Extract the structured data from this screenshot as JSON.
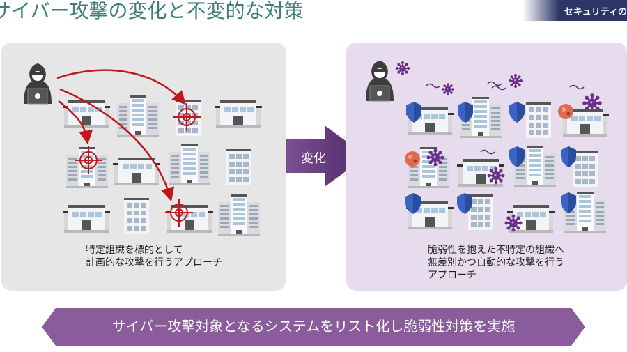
{
  "header": {
    "title": "サイバー攻撃の変化と不変的な対策",
    "badge": "セキュリティの"
  },
  "left_panel": {
    "caption": [
      "特定組織を標的として",
      "計画的な攻撃を行うアプローチ"
    ],
    "icons": {
      "attacker": "hacker-icon",
      "target": "crosshair-icon",
      "building": "building-icon"
    }
  },
  "change_arrow": {
    "label": "変化"
  },
  "right_panel": {
    "caption": [
      "脆弱性を抱えた不特定の組織へ",
      "無差別かつ自動的な攻撃を行う",
      "アプローチ"
    ],
    "icons": {
      "attacker": "hacker-icon",
      "shield": "shield-icon",
      "virus": "virus-icon",
      "infected": "infection-icon"
    }
  },
  "bottom_banner": {
    "label": "サイバー攻撃対象となるシステムをリスト化し脆弱性対策を実施"
  },
  "colors": {
    "title": "#3f7f79",
    "badge": "#2c3566",
    "left_panel": "#e6e6e6",
    "right_panel": "#e7dcee",
    "accent_purple": "#8a5c9c",
    "attack_red": "#c0171d",
    "shield_blue": "#3b63c4",
    "virus_purple": "#6b2f8a"
  }
}
